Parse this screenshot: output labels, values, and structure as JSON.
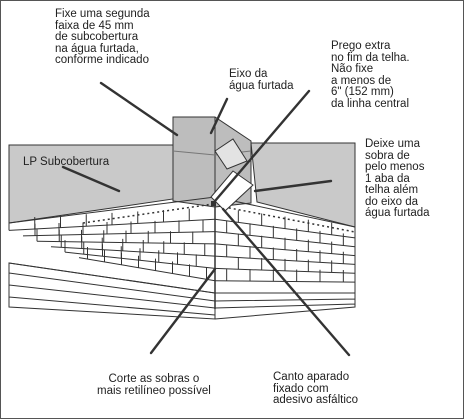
{
  "labels": {
    "second_underlayment": "Fixe uma segunda\nfaixa de 45 mm\nde subcobertura\nna água furtada,\nconforme indicado",
    "valley_axis": "Eixo da\nágua furtada",
    "extra_nail": "Prego extra\nno fim da telha.\nNão fixe\na menos de\n6\" (152 mm)\nda linha central",
    "lp_underlayment": "LP Subcobertura",
    "overhang": "Deixe uma\nsobra de\npelo menos\n1 aba da\ntelha além\ndo eixo da\nágua furtada",
    "cut_overhang": "Corte as sobras o\nmais retilíneo possível",
    "trimmed_corner": "Canto aparado\nfixado com\nadesivo asfáltico"
  },
  "colors": {
    "underlayment_fill": "#c9c9c9",
    "underlayment_shadow": "#a9a9a9",
    "line": "#333333",
    "shingle_fill": "#ffffff"
  }
}
